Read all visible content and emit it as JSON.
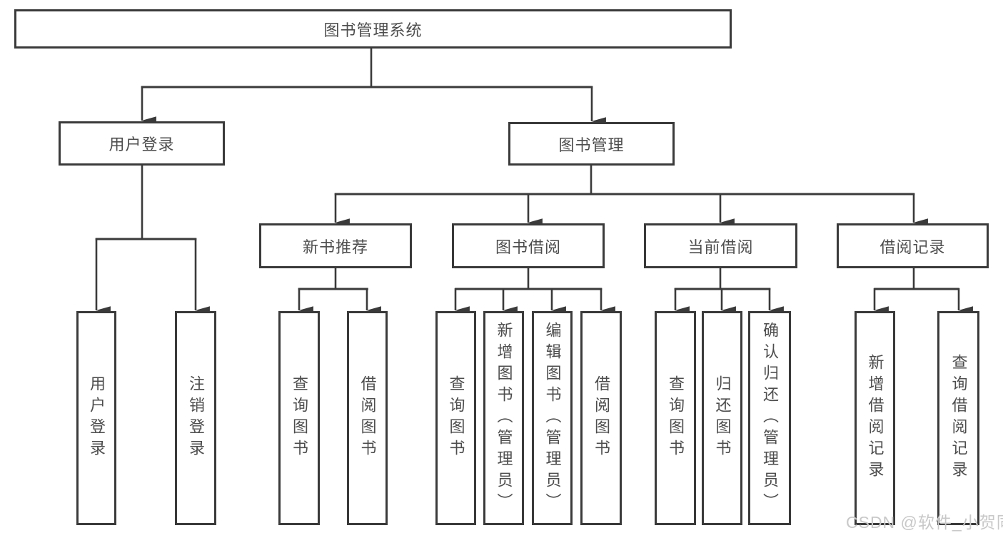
{
  "diagram": {
    "type": "tree",
    "root": {
      "label": "图书管理系统",
      "children": [
        {
          "label": "用户登录",
          "children": [
            {
              "label": "用户登录"
            },
            {
              "label": "注销登录"
            }
          ]
        },
        {
          "label": "图书管理",
          "children": [
            {
              "label": "新书推荐",
              "children": [
                {
                  "label": "查询图书"
                },
                {
                  "label": "借阅图书"
                }
              ]
            },
            {
              "label": "图书借阅",
              "children": [
                {
                  "label": "查询图书"
                },
                {
                  "label": "新增图书（管理员）"
                },
                {
                  "label": "编辑图书（管理员）"
                },
                {
                  "label": "借阅图书"
                }
              ]
            },
            {
              "label": "当前借阅",
              "children": [
                {
                  "label": "查询图书"
                },
                {
                  "label": "归还图书"
                },
                {
                  "label": "确认归还（管理员）"
                }
              ]
            },
            {
              "label": "借阅记录",
              "children": [
                {
                  "label": "新增借阅记录"
                },
                {
                  "label": "查询借阅记录"
                }
              ]
            }
          ]
        }
      ]
    }
  },
  "watermark": {
    "text": "CSDN @软件_小贺同学",
    "color": "#c8c8c8"
  },
  "colors": {
    "line": "#3a3a3a",
    "text": "#4d4d4d",
    "background": "#ffffff"
  }
}
